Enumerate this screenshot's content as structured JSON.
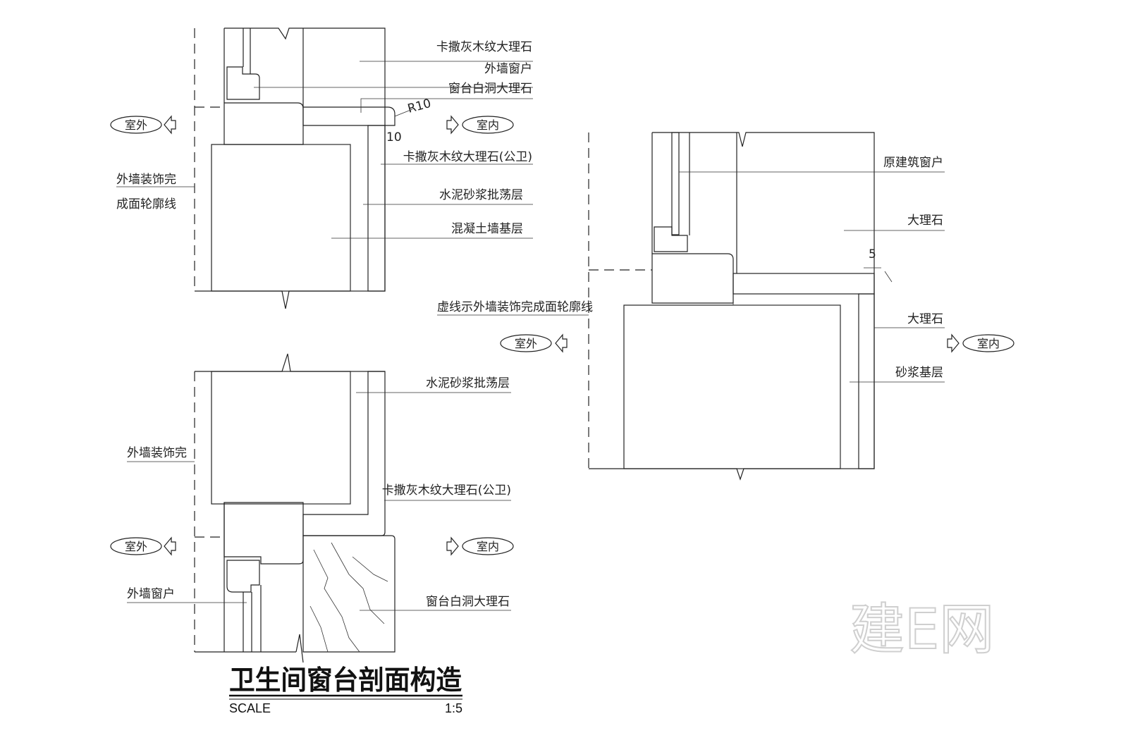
{
  "title": "卫生间窗台剖面构造",
  "scale_label": "SCALE",
  "scale_value": "1:5",
  "watermark": "建E网",
  "detail1": {
    "labels": {
      "marble_grey": "卡撒灰木纹大理石",
      "ext_window": "外墙窗户",
      "sill_marble": "窗台白洞大理石",
      "radius": "R10",
      "dim": "10",
      "marble_grey_public": "卡撒灰木纹大理石(公卫)",
      "mortar": "水泥砂浆批荡层",
      "concrete": "混凝土墙基层",
      "ext_finish_1": "外墙装饰完",
      "ext_finish_2": "成面轮廓线"
    },
    "outside": "室外",
    "inside": "室内"
  },
  "detail2": {
    "labels": {
      "orig_window": "原建筑窗户",
      "marble_top": "大理石",
      "dashed_note": "虚线示外墙装饰完成面轮廓线",
      "marble_side": "大理石",
      "mortar_base": "砂浆基层",
      "dim": "5"
    },
    "outside": "室外",
    "inside": "室内"
  },
  "detail3": {
    "labels": {
      "mortar": "水泥砂浆批荡层",
      "ext_finish": "外墙装饰完",
      "marble_grey_public": "卡撒灰木纹大理石(公卫)",
      "ext_window": "外墙窗户",
      "sill_marble": "窗台白洞大理石"
    },
    "outside": "室外",
    "inside": "室内"
  }
}
